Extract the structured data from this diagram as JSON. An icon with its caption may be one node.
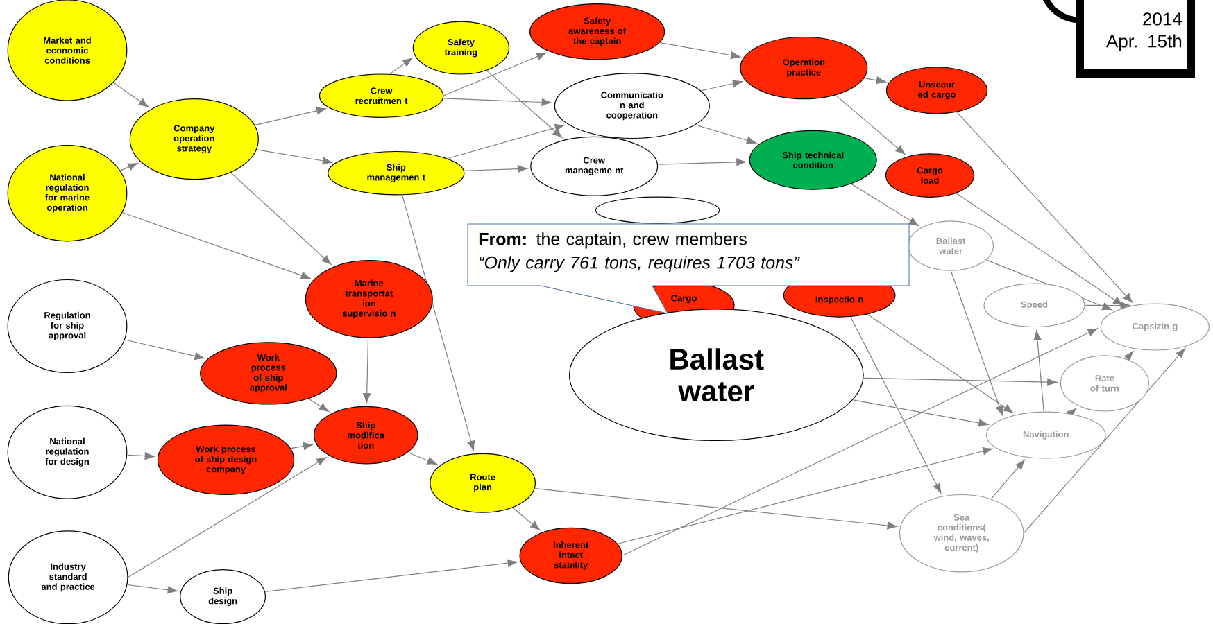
{
  "diagram": {
    "nodes": [
      {
        "text": [
          "Market and economic conditions"
        ]
      },
      {
        "text": [
          "National regulation for marine operation"
        ]
      },
      {
        "text": [
          "Company operation strategy"
        ]
      },
      {
        "text": [
          "Crew recruitmen t"
        ]
      },
      {
        "text": [
          "Ship managemen t"
        ]
      },
      {
        "text": [
          "Safety training"
        ]
      },
      {
        "text": [
          "Safety awareness of the captain"
        ]
      },
      {
        "text": [
          "Communicatio n and cooperation"
        ]
      },
      {
        "text": [
          "Crew manageme nt"
        ]
      },
      {
        "text": [],
        "shape": "circle"
      },
      {
        "text": [
          "Operation practice"
        ]
      },
      {
        "text": [
          "Ship technical condition"
        ]
      },
      {
        "text": [
          "Unsecur ed cargo"
        ]
      },
      {
        "text": [
          "Cargo load"
        ]
      },
      {
        "text": [
          "Marine transportat ion supervisio n"
        ]
      },
      {
        "text": [
          "Cargo"
        ]
      },
      {
        "text": [
          "Inspectio n"
        ]
      },
      {
        "text": [
          "Ballast water"
        ]
      },
      {
        "text": [
          "Ballast water"
        ]
      },
      {
        "text": [
          "Regulation for ship approval"
        ]
      },
      {
        "text": [
          "Work process of ship approval"
        ]
      },
      {
        "text": [
          "National regulation for design"
        ]
      },
      {
        "text": [
          "Work process of ship design company"
        ]
      },
      {
        "text": [
          "Ship modifica tion"
        ]
      },
      {
        "text": [
          "Route plan"
        ]
      },
      {
        "text": [
          "Industry standard and practice"
        ]
      },
      {
        "text": [
          "Ship design"
        ]
      },
      {
        "text": [
          "Inherent intact stability"
        ]
      },
      {
        "text": [
          "Speed"
        ]
      },
      {
        "text": [
          "Capsizin g"
        ]
      },
      {
        "text": [
          "Rate of turn"
        ]
      },
      {
        "text": [
          "Navigation"
        ]
      },
      {
        "text": [
          "Sea conditions( wind, waves, current)"
        ]
      },
      {
        "text": [
          "**From:** the captain, crew members",
          "“Only carry 761 tons, requires 1703 tons”"
        ]
      },
      {
        "text": [
          "2014",
          "Apr. 15th"
        ]
      }
    ],
    "edges": [
      {
        "from": 0,
        "to": 2,
        "arrow": "to"
      },
      {
        "from": 1,
        "to": 2,
        "arrow": "to"
      },
      {
        "from": 1,
        "to": 14,
        "arrow": "to"
      },
      {
        "from": 2,
        "to": 3,
        "arrow": "to"
      },
      {
        "from": 2,
        "to": 4,
        "arrow": "to"
      },
      {
        "from": 2,
        "to": 14,
        "arrow": "to"
      },
      {
        "from": 3,
        "to": 5,
        "arrow": "to"
      },
      {
        "from": 3,
        "to": 6,
        "arrow": "to"
      },
      {
        "from": 3,
        "to": 7,
        "arrow": "to"
      },
      {
        "from": 4,
        "to": 7,
        "arrow": "to"
      },
      {
        "from": 4,
        "to": 8,
        "arrow": "to"
      },
      {
        "from": 4,
        "to": 24,
        "arrow": "to"
      },
      {
        "from": 5,
        "to": 8,
        "arrow": "to"
      },
      {
        "from": 6,
        "to": 10,
        "arrow": "to"
      },
      {
        "from": 7,
        "to": 10,
        "arrow": "to"
      },
      {
        "from": 7,
        "to": 11,
        "arrow": "to"
      },
      {
        "from": 8,
        "to": 11,
        "arrow": "to"
      },
      {
        "from": 10,
        "to": 12,
        "arrow": "to"
      },
      {
        "from": 10,
        "to": 13,
        "arrow": "to"
      },
      {
        "from": 11,
        "to": 17,
        "arrow": "to"
      },
      {
        "from": 17,
        "to": 31,
        "arrow": "to"
      },
      {
        "from": 12,
        "to": 29,
        "arrow": "to"
      },
      {
        "from": 13,
        "to": 29,
        "arrow": "to"
      },
      {
        "from": 14,
        "to": 23,
        "arrow": "to"
      },
      {
        "from": 16,
        "to": 31,
        "arrow": "to"
      },
      {
        "from": 16,
        "to": 32,
        "arrow": "to"
      },
      {
        "from": 17,
        "to": 29,
        "arrow": "to"
      },
      {
        "from": 18,
        "to": 30,
        "arrow": "to"
      },
      {
        "from": 18,
        "to": 31,
        "arrow": "to"
      },
      {
        "from": 19,
        "to": 20,
        "arrow": "to"
      },
      {
        "from": 20,
        "to": 23,
        "arrow": "to"
      },
      {
        "from": 21,
        "to": 22,
        "arrow": "to"
      },
      {
        "from": 22,
        "to": 23,
        "arrow": "to"
      },
      {
        "from": 23,
        "to": 24,
        "arrow": "to"
      },
      {
        "from": 24,
        "to": 27,
        "arrow": "to"
      },
      {
        "from": 24,
        "to": 32,
        "arrow": "to"
      },
      {
        "from": 25,
        "to": 23,
        "arrow": "to"
      },
      {
        "from": 25,
        "to": 26,
        "arrow": "to"
      },
      {
        "from": 26,
        "to": 27,
        "arrow": "to"
      },
      {
        "from": 27,
        "to": 29,
        "arrow": "to"
      },
      {
        "from": 27,
        "to": 31,
        "arrow": "to"
      },
      {
        "from": 28,
        "to": 29,
        "arrow": "to"
      },
      {
        "from": 30,
        "to": 29,
        "arrow": "to"
      },
      {
        "from": 31,
        "to": 28,
        "arrow": "to"
      },
      {
        "from": 31,
        "to": 30,
        "arrow": "to"
      },
      {
        "from": 32,
        "to": 31,
        "arrow": "to"
      },
      {
        "from": 32,
        "to": 29,
        "arrow": "to"
      }
    ]
  }
}
